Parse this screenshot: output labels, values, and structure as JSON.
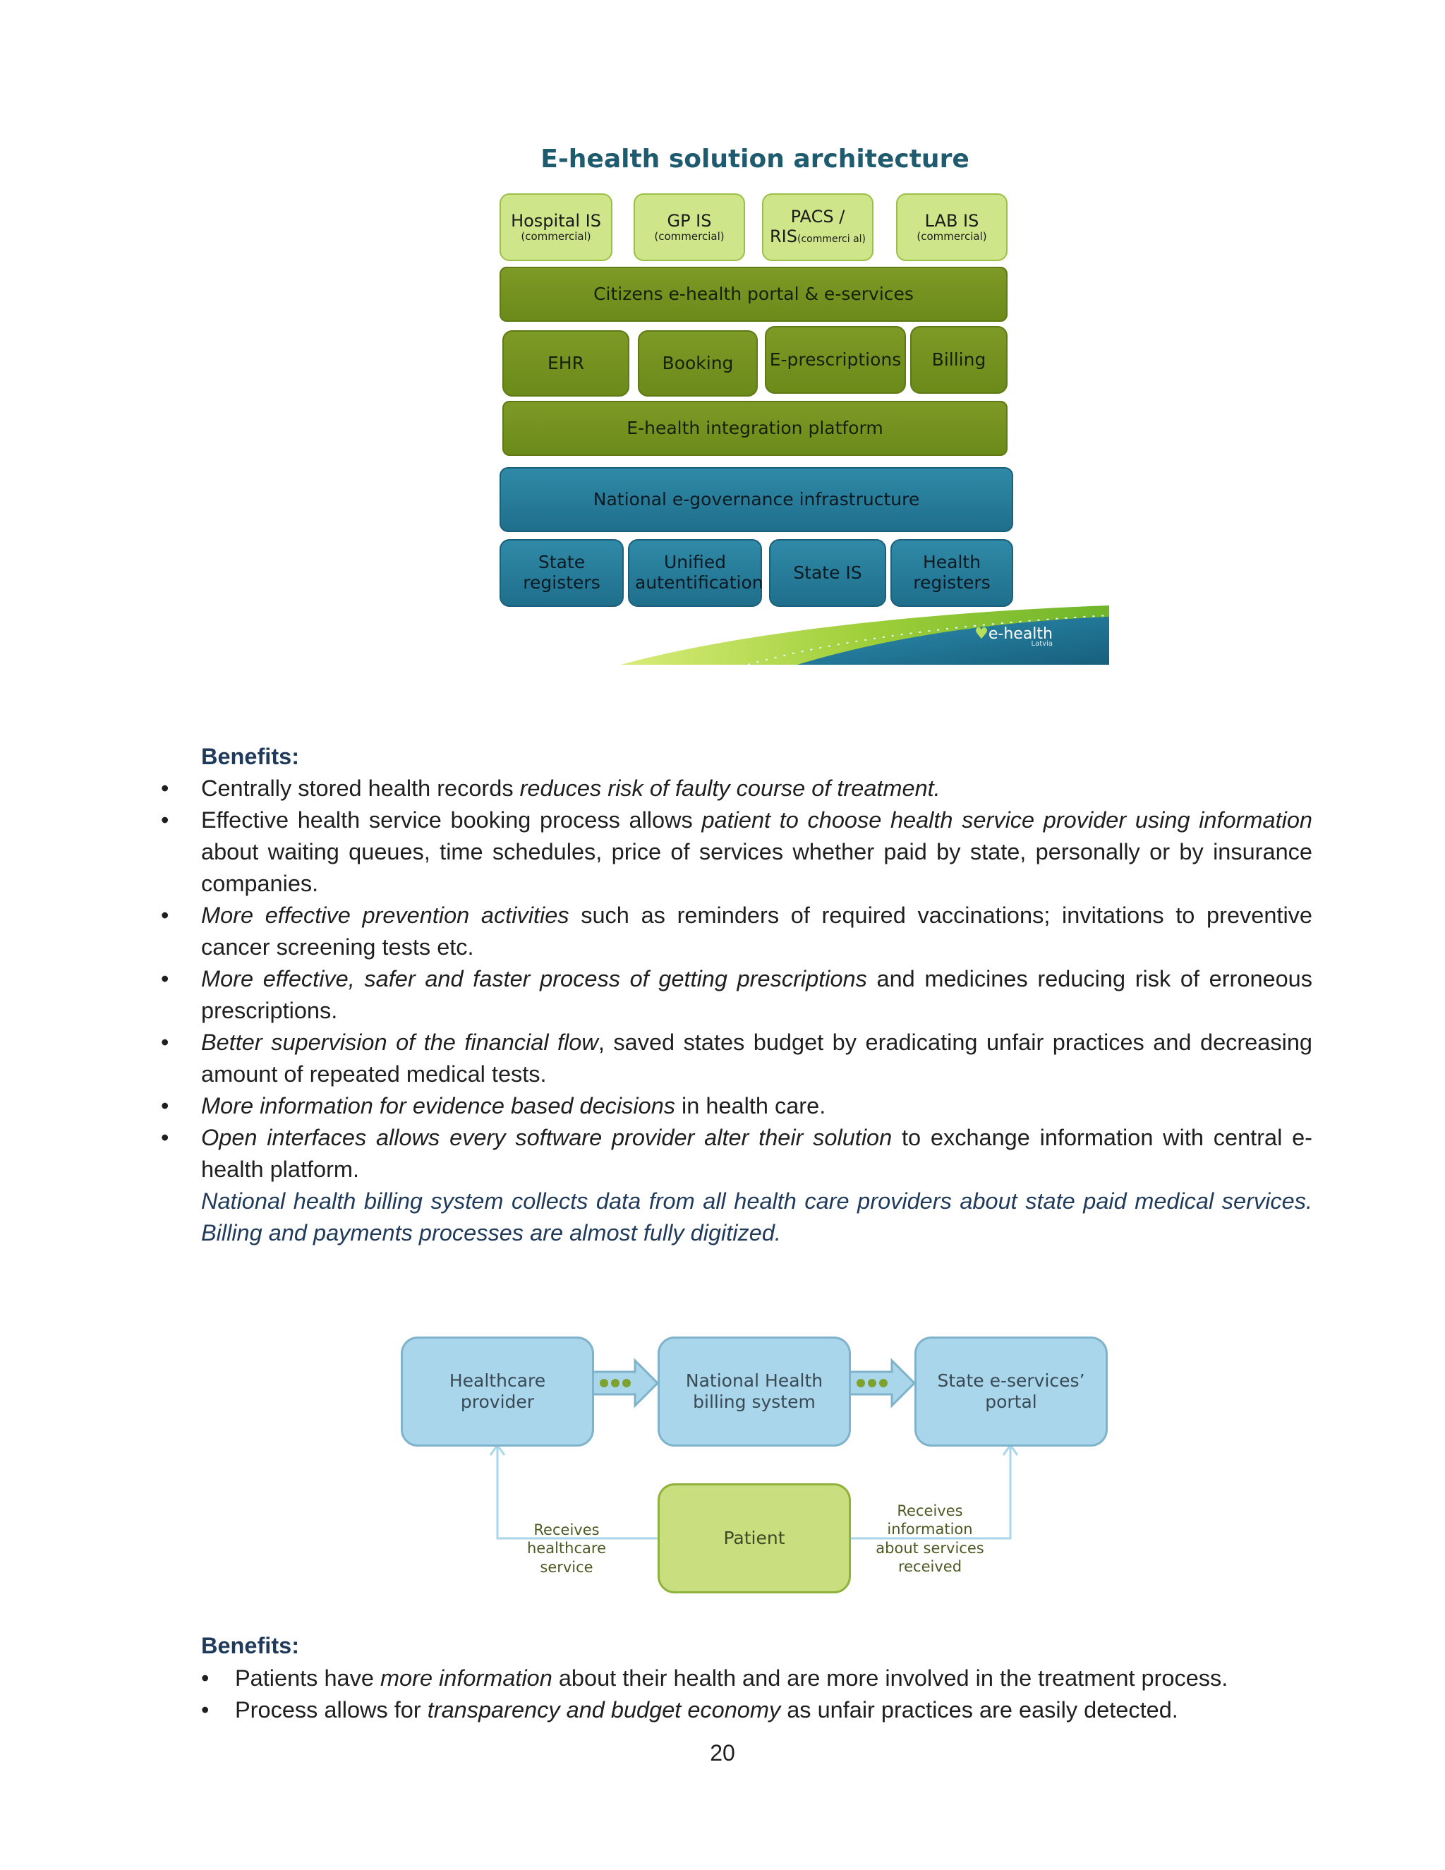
{
  "architecture": {
    "title": "E-health solution architecture",
    "top_systems": [
      {
        "label": "Hospital IS",
        "sub": "(commercial)"
      },
      {
        "label": "GP IS",
        "sub": "(commercial)"
      },
      {
        "label": "PACS /",
        "label2": "RIS",
        "sub": "(commerci al)"
      },
      {
        "label": "LAB IS",
        "sub": "(commercial)"
      }
    ],
    "portal": "Citizens e-health portal & e-services",
    "services": [
      "EHR",
      "Booking",
      "E-prescriptions",
      "Billing"
    ],
    "integration": "E-health integration platform",
    "egov": "National e-governance infrastructure",
    "state": [
      "State registers",
      "Unified autentification",
      "State IS",
      "Health registers"
    ],
    "logo": "e-health",
    "logo_sub": "Latvia"
  },
  "benefits1": {
    "heading": "Benefits:",
    "items": [
      {
        "plain_a": "Centrally stored health records ",
        "italic": "reduces risk of faulty course of treatment.",
        "plain_b": ""
      },
      {
        "plain_a": "Effective health service booking process allows ",
        "italic": "patient to choose health service provider using information",
        "plain_b": " about waiting queues, time schedules, price of services whether paid by state, personally or by insurance companies."
      },
      {
        "plain_a": "",
        "italic": "More effective prevention activities",
        "plain_b": " such as reminders of required vaccinations; invitations to preventive cancer screening tests etc."
      },
      {
        "plain_a": "",
        "italic": "More effective, safer and faster process of getting prescriptions",
        "plain_b": " and medicines reducing risk of erroneous prescriptions."
      },
      {
        "plain_a": "",
        "italic": "Better supervision of the financial flow",
        "plain_b": ", saved states budget by eradicating unfair practices and decreasing amount of repeated medical tests."
      },
      {
        "plain_a": "",
        "italic": "More information for evidence based decisions",
        "plain_b": " in health care."
      },
      {
        "plain_a": "",
        "italic": "Open interfaces allows every software provider alter their solution",
        "plain_b": " to exchange information with central e-health platform."
      }
    ],
    "closing": "National health billing system collects data from all health care providers about state paid medical services. Billing and payments processes are almost fully digitized."
  },
  "billing_flow": {
    "provider": "Healthcare provider",
    "billing": "National Health billing system",
    "portal": "State e-services’ portal",
    "patient": "Patient",
    "label_left": "Receives healthcare service",
    "label_right": "Receives information about services received"
  },
  "benefits2": {
    "heading": "Benefits:",
    "items": [
      {
        "plain_a": "Patients have ",
        "italic": "more information",
        "plain_b": " about their health and are more involved in the treatment process."
      },
      {
        "plain_a": "Process allows for ",
        "italic": "transparency and budget economy",
        "plain_b": " as unfair practices are easily detected."
      }
    ]
  },
  "page_number": "20",
  "colors": {
    "lime": "#cfe58a",
    "olive": "#7e9a26",
    "teal": "#2f8aa7",
    "lightblue": "#a9d6ea",
    "heading": "#1f3a5a"
  }
}
